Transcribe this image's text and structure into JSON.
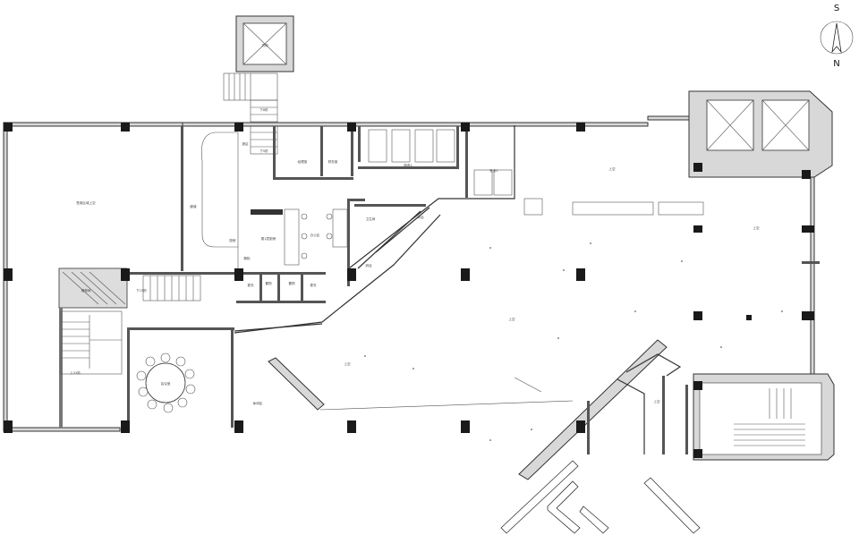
{
  "compass": {
    "top": "S",
    "bottom": "N"
  },
  "rooms": {
    "shaft_top": "货梯",
    "stair_down_top": "下8阶",
    "stair_down_top2": "下5阶",
    "dining_void": "售用区域上空",
    "corridor": "廊道",
    "manager": "经理室",
    "finance": "财务室",
    "dorm1": "宿舍1",
    "dorm2": "宿舍2",
    "void_right": "上空",
    "void_east": "上空",
    "void_center": "上空",
    "void_lower": "上空",
    "void_south": "上空",
    "office": "办公区",
    "wc": "卫生间",
    "shower1": "淋浴",
    "shower2": "淋浴",
    "kitchen": "厨房",
    "pantry": "楼1层厨房",
    "storage1": "更衣",
    "storage2": "置物",
    "storage3": "置物",
    "storage4": "更衣",
    "down15": "下15阶",
    "up31": "上31阶",
    "meeting": "会议室",
    "lounge": "休闲区",
    "freight_room": "储物间",
    "station": "酒店",
    "cabinet": "橱柜"
  }
}
